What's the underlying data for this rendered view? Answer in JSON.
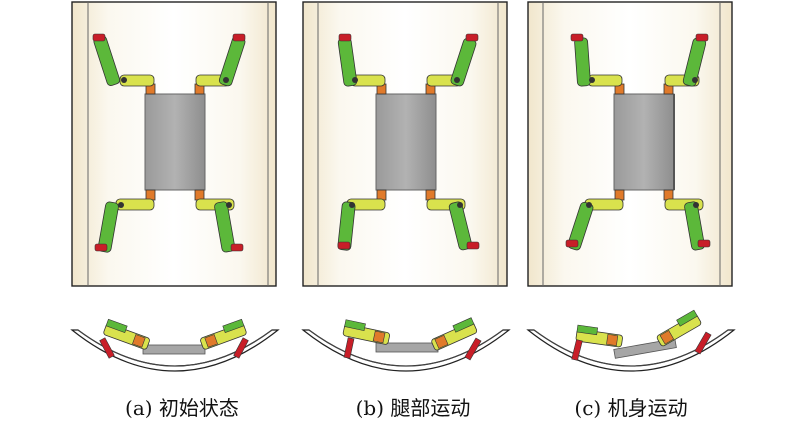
{
  "panels": [
    {
      "caption": "(a) 初始状态",
      "state": "initial"
    },
    {
      "caption": "(b) 腿部运动",
      "state": "leg-motion"
    },
    {
      "caption": "(c) 机身运动",
      "state": "body-motion"
    }
  ],
  "colors": {
    "body": "#a6a6a6",
    "thigh": "#d9e24d",
    "shank": "#5cb83a",
    "joint": "#e07a2a",
    "foot": "#c81e28",
    "pipe_shade": "#f4ead2",
    "outline": "#333333"
  }
}
